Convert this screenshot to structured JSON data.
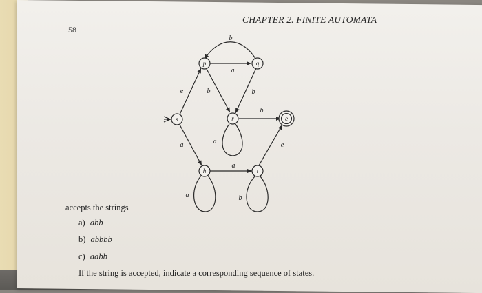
{
  "page": {
    "number": "58",
    "chapter_title": "CHAPTER 2.  FINITE AUTOMATA"
  },
  "diagram": {
    "states": [
      {
        "id": "p",
        "label": "p"
      },
      {
        "id": "q",
        "label": "q"
      },
      {
        "id": "s",
        "label": "s"
      },
      {
        "id": "r",
        "label": "r"
      },
      {
        "id": "e",
        "label": "e"
      },
      {
        "id": "h",
        "label": "h"
      },
      {
        "id": "t",
        "label": "t"
      }
    ],
    "initial_state": "s",
    "final_states": [
      "e"
    ],
    "transitions": [
      {
        "from": "q",
        "to": "p",
        "label": "b"
      },
      {
        "from": "p",
        "to": "q",
        "label": "a"
      },
      {
        "from": "s",
        "to": "p",
        "label": "e"
      },
      {
        "from": "p",
        "to": "r",
        "label": "b"
      },
      {
        "from": "q",
        "to": "r",
        "label": "b"
      },
      {
        "from": "r",
        "to": "e",
        "label": "b"
      },
      {
        "from": "s",
        "to": "h",
        "label": "a"
      },
      {
        "from": "r",
        "to": "r",
        "label": "a"
      },
      {
        "from": "h",
        "to": "t",
        "label": "a"
      },
      {
        "from": "t",
        "to": "e",
        "label": "e"
      },
      {
        "from": "h",
        "to": "h",
        "label": "a"
      },
      {
        "from": "t",
        "to": "t",
        "label": "b"
      }
    ]
  },
  "text": {
    "intro": "accepts the strings",
    "items": [
      {
        "label": "a)",
        "string": "abb"
      },
      {
        "label": "b)",
        "string": "abbbb"
      },
      {
        "label": "c)",
        "string": "aabb"
      }
    ],
    "question": "If the string is accepted, indicate a corresponding sequence of states."
  }
}
